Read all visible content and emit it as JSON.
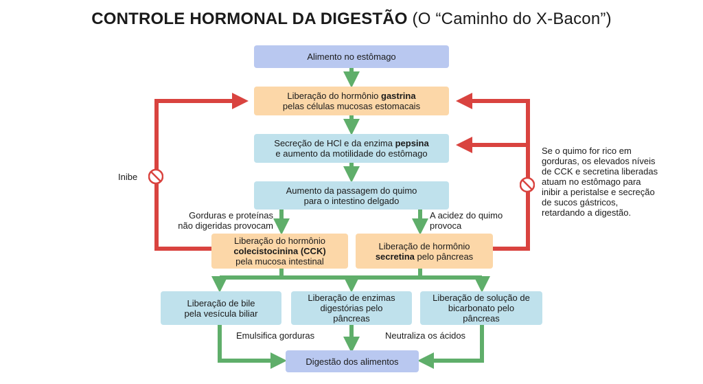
{
  "title": {
    "bold": "CONTROLE HORMONAL DA DIGESTÃO",
    "normal": " (O “Caminho do X-Bacon”)"
  },
  "nodes": {
    "food": {
      "text": "Alimento no estômago"
    },
    "gastrin": {
      "line1_pre": "Liberação do hormônio ",
      "line1_bold": "gastrina",
      "line2": "pelas células mucosas estomacais"
    },
    "hcl": {
      "line1_pre": "Secreção de HCl e da enzima ",
      "line1_bold": "pepsina",
      "line2": "e aumento da motilidade do estômago"
    },
    "passage": {
      "line1": "Aumento da passagem do quimo",
      "line2": "para o intestino delgado"
    },
    "cck": {
      "line1": "Liberação do hormônio",
      "line2_bold": "colecistocinina (CCK)",
      "line3": "pela mucosa intestinal"
    },
    "secretin": {
      "line1": "Liberação de hormônio",
      "line2_bold": "secretina",
      "line2_post": " pelo pâncreas"
    },
    "bile": {
      "line1": "Liberação de bile",
      "line2": "pela vesícula biliar"
    },
    "enzymes": {
      "line1": "Liberação de enzimas",
      "line2": "digestórias pelo",
      "line3": "pâncreas"
    },
    "bicarb": {
      "line1": "Liberação de solução de",
      "line2": "bicarbonato pelo",
      "line3": "pâncreas"
    },
    "digestion": {
      "text": "Digestão dos alimentos"
    }
  },
  "labels": {
    "fats_line1": "Gorduras e proteínas",
    "fats_line2": "não digeridas provocam",
    "acid_line1": "A acidez do quimo",
    "acid_line2": "provoca",
    "inhibits": "Inibe",
    "emulsify": "Emulsifica gorduras",
    "neutralize": "Neutraliza os ácidos",
    "note": [
      "Se o quimo for rico em",
      "gorduras, os elevados níveis",
      "de CCK e secretina liberadas",
      "atuam no estômago para",
      "inibir a peristalse e secreção",
      "de sucos gástricos,",
      "retardando a digestão."
    ]
  },
  "colors": {
    "green": "#5fae6a",
    "red": "#d9433f",
    "blue_box": "#b9c8f0",
    "orange_box": "#fcd7a8",
    "teal_box": "#bfe1ec"
  },
  "icons": {
    "inhibit": "no-entry-icon"
  }
}
